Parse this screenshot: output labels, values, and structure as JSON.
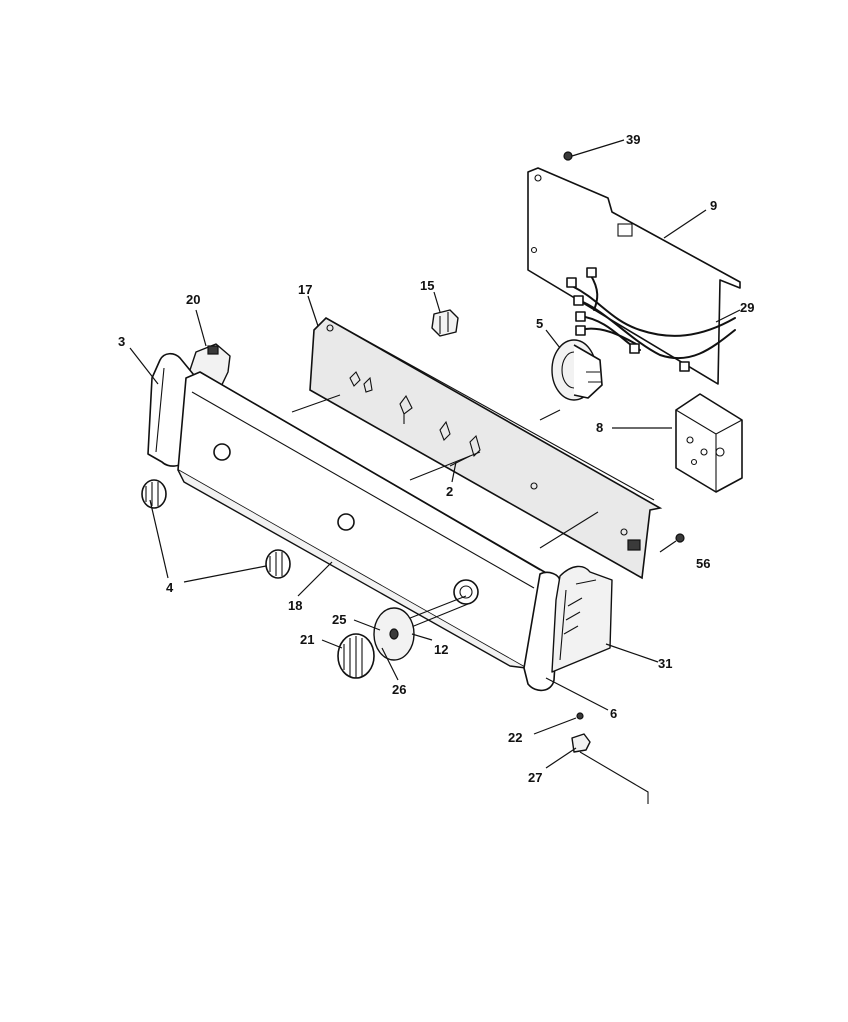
{
  "callouts": [
    {
      "id": "c39",
      "text": "39"
    },
    {
      "id": "c9",
      "text": "9"
    },
    {
      "id": "c29",
      "text": "29"
    },
    {
      "id": "c15",
      "text": "15"
    },
    {
      "id": "c5",
      "text": "5"
    },
    {
      "id": "c17",
      "text": "17"
    },
    {
      "id": "c20",
      "text": "20"
    },
    {
      "id": "c3",
      "text": "3"
    },
    {
      "id": "c8",
      "text": "8"
    },
    {
      "id": "c2",
      "text": "2"
    },
    {
      "id": "c56",
      "text": "56"
    },
    {
      "id": "c4",
      "text": "4"
    },
    {
      "id": "c18",
      "text": "18"
    },
    {
      "id": "c25",
      "text": "25"
    },
    {
      "id": "c21",
      "text": "21"
    },
    {
      "id": "c12",
      "text": "12"
    },
    {
      "id": "c26",
      "text": "26"
    },
    {
      "id": "c31",
      "text": "31"
    },
    {
      "id": "c6",
      "text": "6"
    },
    {
      "id": "c22",
      "text": "22"
    },
    {
      "id": "c27",
      "text": "27"
    }
  ]
}
